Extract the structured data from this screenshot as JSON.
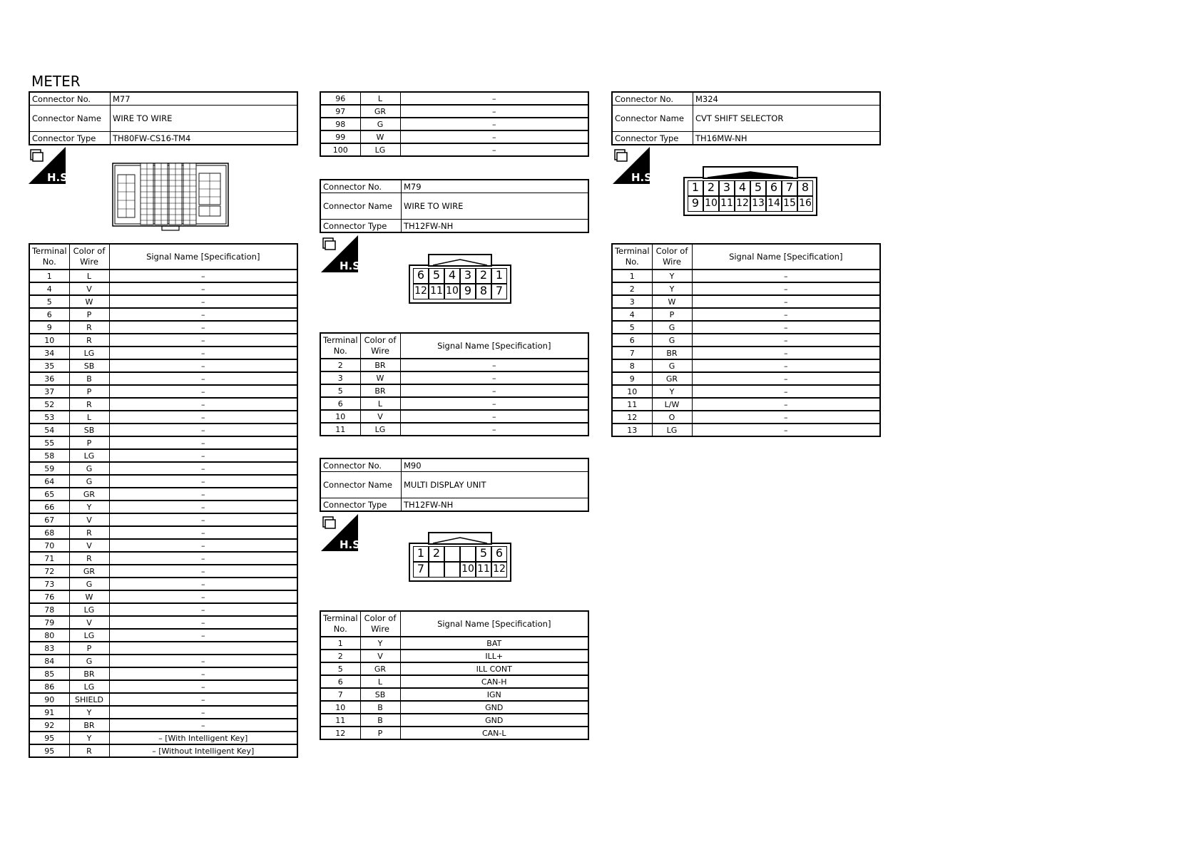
{
  "page_title": "METER",
  "hs_label": "H.S.",
  "labels": {
    "connector_no": "Connector No.",
    "connector_name": "Connector Name",
    "connector_type": "Connector Type",
    "terminal_no": "Terminal No.",
    "color_of_wire": "Color of Wire",
    "signal_name": "Signal Name [Specification]"
  },
  "connectors": [
    {
      "no": "M77",
      "name": "WIRE TO WIRE",
      "type": "TH80FW-CS16-TM4",
      "rows": [
        [
          "1",
          "L",
          "–"
        ],
        [
          "4",
          "V",
          "–"
        ],
        [
          "5",
          "W",
          "–"
        ],
        [
          "6",
          "P",
          "–"
        ],
        [
          "9",
          "R",
          "–"
        ],
        [
          "10",
          "R",
          "–"
        ],
        [
          "34",
          "LG",
          "–"
        ],
        [
          "35",
          "SB",
          "–"
        ],
        [
          "36",
          "B",
          "–"
        ],
        [
          "37",
          "P",
          "–"
        ],
        [
          "52",
          "R",
          "–"
        ],
        [
          "53",
          "L",
          "–"
        ],
        [
          "54",
          "SB",
          "–"
        ],
        [
          "55",
          "P",
          "–"
        ],
        [
          "58",
          "LG",
          "–"
        ],
        [
          "59",
          "G",
          "–"
        ],
        [
          "64",
          "G",
          "–"
        ],
        [
          "65",
          "GR",
          "–"
        ],
        [
          "66",
          "Y",
          "–"
        ],
        [
          "67",
          "V",
          "–"
        ],
        [
          "68",
          "R",
          "–"
        ],
        [
          "70",
          "V",
          "–"
        ],
        [
          "71",
          "R",
          "–"
        ],
        [
          "72",
          "GR",
          "–"
        ],
        [
          "73",
          "G",
          "–"
        ],
        [
          "76",
          "W",
          "–"
        ],
        [
          "78",
          "LG",
          "–"
        ],
        [
          "79",
          "V",
          "–"
        ],
        [
          "80",
          "LG",
          "–"
        ],
        [
          "83",
          "P",
          ""
        ],
        [
          "84",
          "G",
          "–"
        ],
        [
          "85",
          "BR",
          "–"
        ],
        [
          "86",
          "LG",
          "–"
        ],
        [
          "90",
          "SHIELD",
          "–"
        ],
        [
          "91",
          "Y",
          "–"
        ],
        [
          "92",
          "BR",
          "–"
        ],
        [
          "95",
          "Y",
          "– [With Intelligent Key]"
        ],
        [
          "95",
          "R",
          "– [Without Intelligent Key]"
        ],
        [
          "96",
          "L",
          "–"
        ],
        [
          "97",
          "GR",
          "–"
        ],
        [
          "98",
          "G",
          "–"
        ],
        [
          "99",
          "W",
          "–"
        ],
        [
          "100",
          "LG",
          "–"
        ]
      ]
    },
    {
      "no": "M79",
      "name": "WIRE TO WIRE",
      "type": "TH12FW-NH",
      "pin_layout": {
        "top": [
          "6",
          "5",
          "4",
          "3",
          "2",
          "1"
        ],
        "bottom": [
          "12",
          "11",
          "10",
          "9",
          "8",
          "7"
        ]
      },
      "rows": [
        [
          "2",
          "BR",
          "–"
        ],
        [
          "3",
          "W",
          "–"
        ],
        [
          "5",
          "BR",
          "–"
        ],
        [
          "6",
          "L",
          "–"
        ],
        [
          "10",
          "V",
          "–"
        ],
        [
          "11",
          "LG",
          "–"
        ]
      ]
    },
    {
      "no": "M90",
      "name": "MULTI DISPLAY UNIT",
      "type": "TH12FW-NH",
      "pin_layout": {
        "top": [
          "1",
          "2",
          "",
          "",
          "5",
          "6"
        ],
        "bottom": [
          "7",
          "",
          "",
          "10",
          "11",
          "12"
        ]
      },
      "rows": [
        [
          "1",
          "Y",
          "BAT"
        ],
        [
          "2",
          "V",
          "ILL+"
        ],
        [
          "5",
          "GR",
          "ILL CONT"
        ],
        [
          "6",
          "L",
          "CAN-H"
        ],
        [
          "7",
          "SB",
          "IGN"
        ],
        [
          "10",
          "B",
          "GND"
        ],
        [
          "11",
          "B",
          "GND"
        ],
        [
          "12",
          "P",
          "CAN-L"
        ]
      ]
    },
    {
      "no": "M324",
      "name": "CVT SHIFT SELECTOR",
      "type": "TH16MW-NH",
      "pin_layout": {
        "top": [
          "1",
          "2",
          "3",
          "4",
          "5",
          "6",
          "7",
          "8"
        ],
        "bottom": [
          "9",
          "10",
          "11",
          "12",
          "13",
          "14",
          "15",
          "16"
        ]
      },
      "rows": [
        [
          "1",
          "Y",
          "–"
        ],
        [
          "2",
          "Y",
          "–"
        ],
        [
          "3",
          "W",
          "–"
        ],
        [
          "4",
          "P",
          "–"
        ],
        [
          "5",
          "G",
          "–"
        ],
        [
          "6",
          "G",
          "–"
        ],
        [
          "7",
          "BR",
          "–"
        ],
        [
          "8",
          "G",
          "–"
        ],
        [
          "9",
          "GR",
          "–"
        ],
        [
          "10",
          "Y",
          "–"
        ],
        [
          "11",
          "L/W",
          "–"
        ],
        [
          "12",
          "O",
          "–"
        ],
        [
          "13",
          "LG",
          "–"
        ]
      ]
    }
  ]
}
